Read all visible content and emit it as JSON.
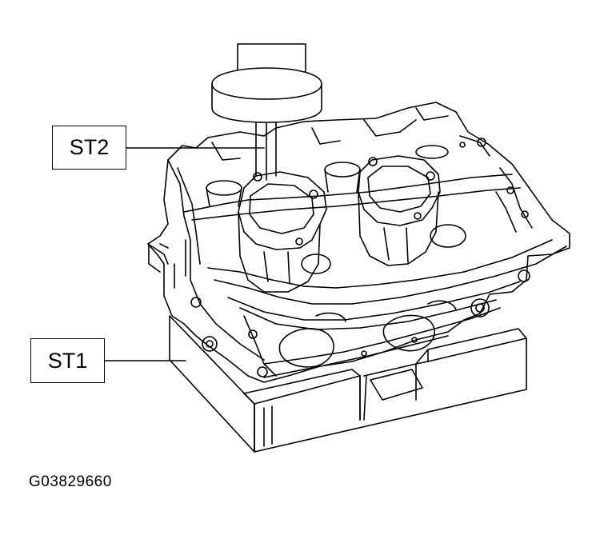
{
  "callouts": {
    "st2": "ST2",
    "st1": "ST1"
  },
  "figure_id": "G03829660",
  "colors": {
    "line": "#000000",
    "background": "#ffffff"
  }
}
